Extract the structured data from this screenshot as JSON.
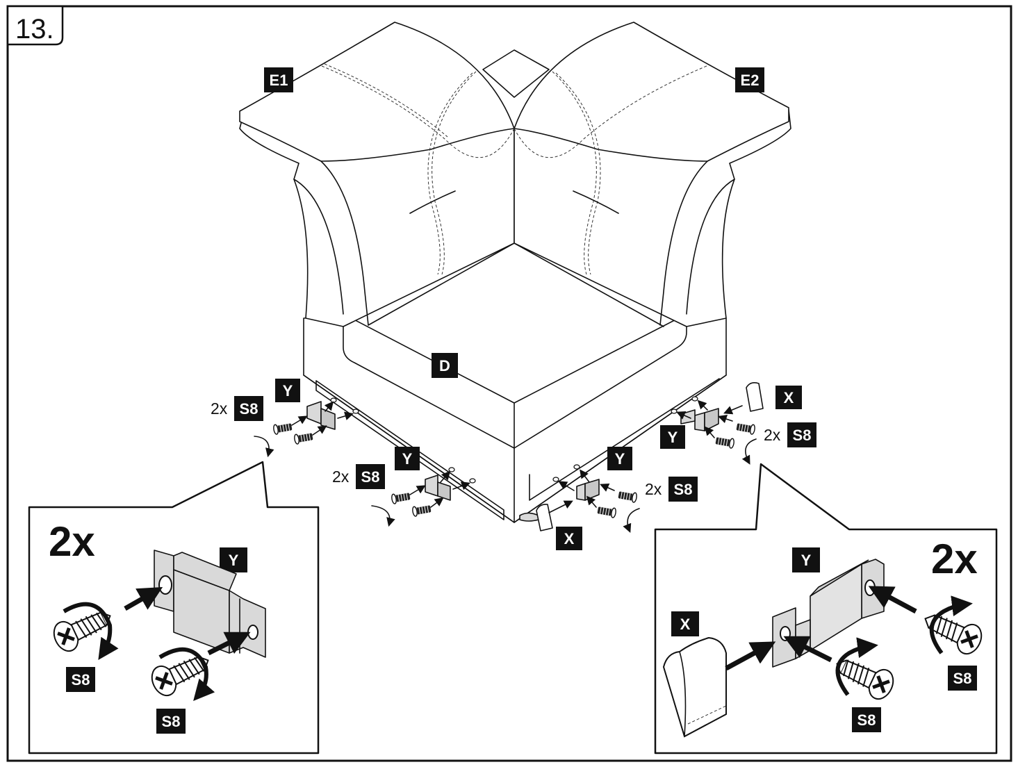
{
  "step": {
    "number": "13."
  },
  "labels": {
    "e1": "E1",
    "e2": "E2",
    "d": "D",
    "x": "X",
    "y": "Y",
    "s8": "S8"
  },
  "quantity": {
    "two_x": "2x"
  },
  "detail_left": {
    "qty": "2x",
    "bracket": "Y",
    "screw": "S8"
  },
  "detail_right": {
    "qty": "2x",
    "bracket": "Y",
    "connector": "X",
    "screw": "S8"
  }
}
